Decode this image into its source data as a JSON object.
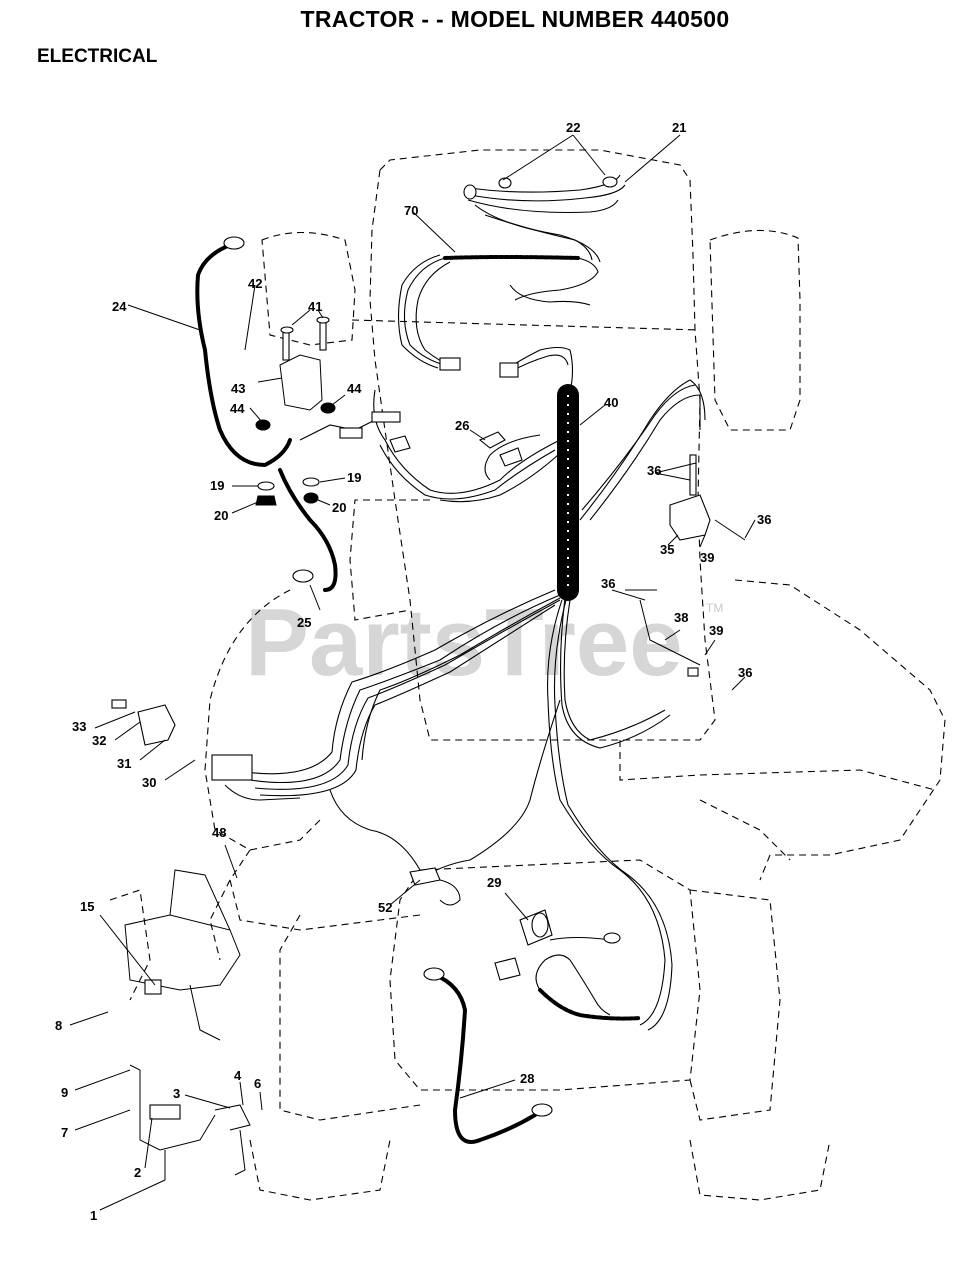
{
  "title": "TRACTOR - - MODEL NUMBER 440500",
  "section": "ELECTRICAL",
  "watermark": {
    "text": "PartsTree",
    "trademark": "TM"
  },
  "callouts": [
    "22",
    "21",
    "70",
    "42",
    "41",
    "24",
    "43",
    "44",
    "44",
    "40",
    "26",
    "19",
    "19",
    "20",
    "20",
    "36",
    "36",
    "35",
    "39",
    "36",
    "25",
    "38",
    "39",
    "36",
    "33",
    "32",
    "31",
    "30",
    "48",
    "52",
    "29",
    "15",
    "8",
    "9",
    "28",
    "3",
    "4",
    "6",
    "7",
    "2",
    "1"
  ]
}
